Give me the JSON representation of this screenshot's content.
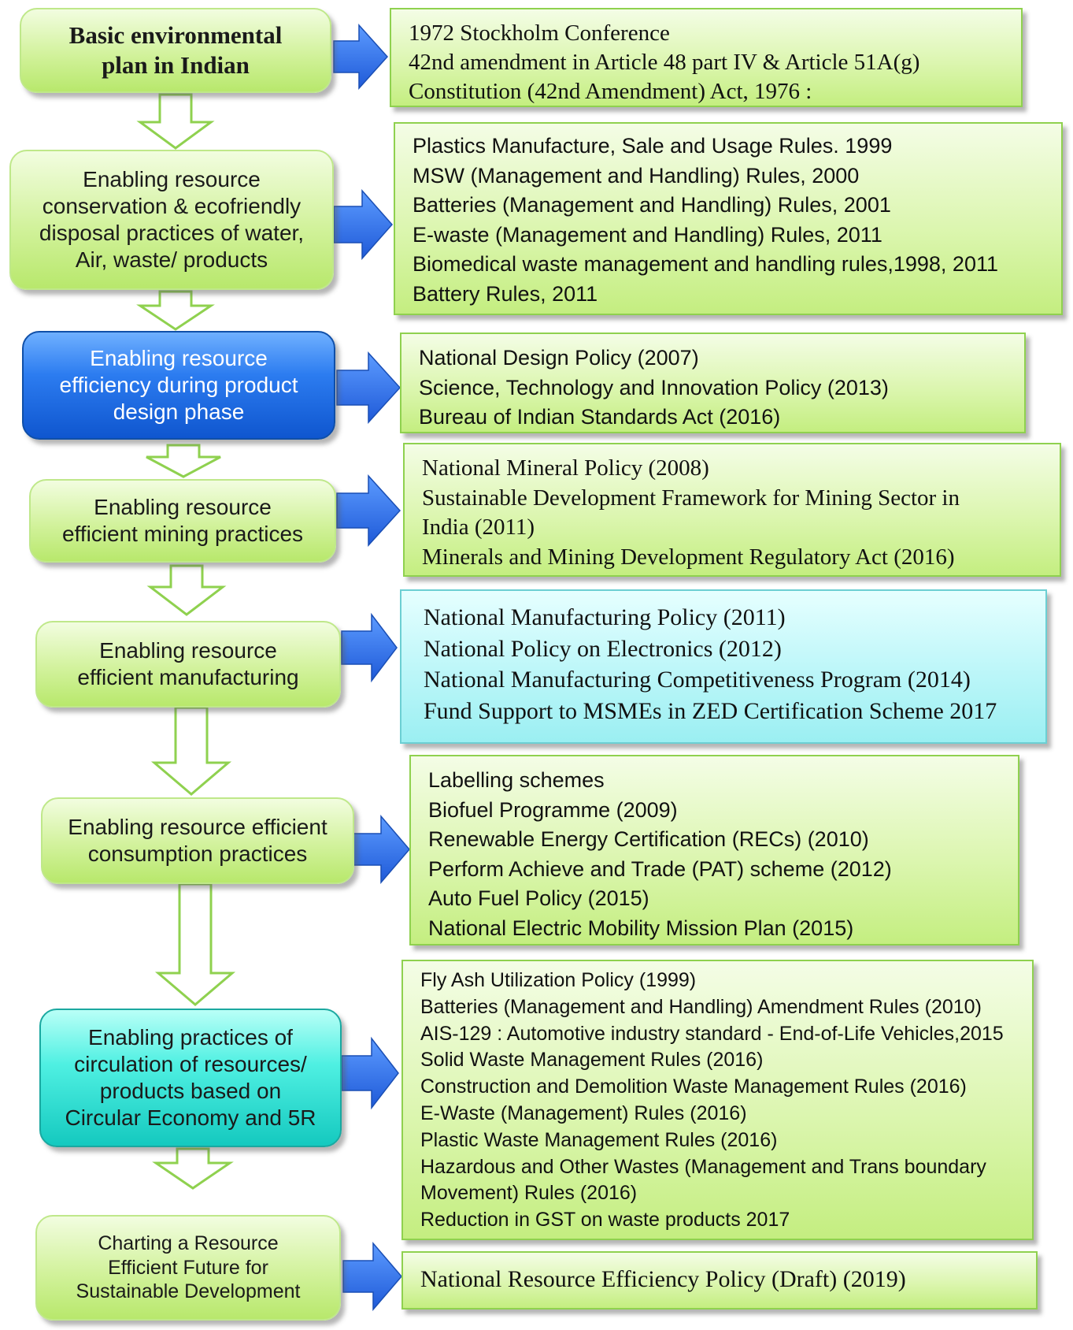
{
  "steps": [
    {
      "label": "Basic environmental\nplan in Indian",
      "policies": [
        "1972 Stockholm Conference",
        "42nd amendment in Article 48 part IV & Article 51A(g)",
        "Constitution (42nd Amendment) Act, 1976 :"
      ]
    },
    {
      "label": "Enabling resource\nconservation & ecofriendly\ndisposal practices of water,\nAir, waste/ products",
      "policies": [
        "Plastics Manufacture, Sale and Usage Rules. 1999",
        "MSW (Management and Handling) Rules, 2000",
        "Batteries (Management and Handling) Rules, 2001",
        "E-waste (Management and Handling) Rules, 2011",
        "Biomedical waste management and handling rules,1998, 2011",
        "Battery Rules, 2011"
      ]
    },
    {
      "label": "Enabling resource\nefficiency during product\ndesign phase",
      "policies": [
        "National Design Policy (2007)",
        "Science, Technology and Innovation Policy (2013)",
        "Bureau of Indian Standards Act (2016)"
      ]
    },
    {
      "label": "Enabling resource\nefficient mining practices",
      "policies": [
        "National Mineral Policy (2008)",
        "Sustainable Development Framework for Mining Sector in",
        "India (2011)",
        "Minerals and Mining Development Regulatory Act (2016)"
      ]
    },
    {
      "label": "Enabling resource\nefficient manufacturing",
      "policies": [
        "National Manufacturing Policy (2011)",
        "National Policy on Electronics (2012)",
        "National Manufacturing Competitiveness Program (2014)",
        "Fund Support to MSMEs in ZED Certification Scheme 2017"
      ]
    },
    {
      "label": "Enabling resource efficient\nconsumption practices",
      "policies": [
        "Labelling schemes",
        "Biofuel Programme (2009)",
        "Renewable Energy Certification (RECs) (2010)",
        "Perform Achieve and Trade (PAT) scheme (2012)",
        "Auto Fuel Policy (2015)",
        "National Electric Mobility Mission Plan (2015)"
      ]
    },
    {
      "label": "Enabling practices of\ncirculation of resources/\nproducts based on\nCircular Economy and 5R",
      "policies": [
        "Fly Ash Utilization Policy (1999)",
        "Batteries (Management and Handling) Amendment Rules (2010)",
        "AIS-129 : Automotive industry standard - End-of-Life Vehicles,2015",
        "Solid Waste Management Rules (2016)",
        "Construction and Demolition Waste Management Rules (2016)",
        "E-Waste (Management) Rules (2016)",
        "Plastic Waste Management Rules (2016)",
        "Hazardous and Other Wastes (Management and  Trans boundary",
        "Movement) Rules (2016)",
        "Reduction in GST on waste products 2017"
      ]
    },
    {
      "label": "Charting a Resource\nEfficient Future for\nSustainable Development",
      "policies": [
        "National Resource Efficiency Policy (Draft) (2019)"
      ]
    }
  ],
  "colors": {
    "green_box": "#d2f29c",
    "blue_box": "#1a66e0",
    "cyan_box": "#2fe3d6",
    "teal_box": "#bff7f9",
    "arrow_blue": "#2f6fe8",
    "arrow_outline": "#8fd14f"
  }
}
